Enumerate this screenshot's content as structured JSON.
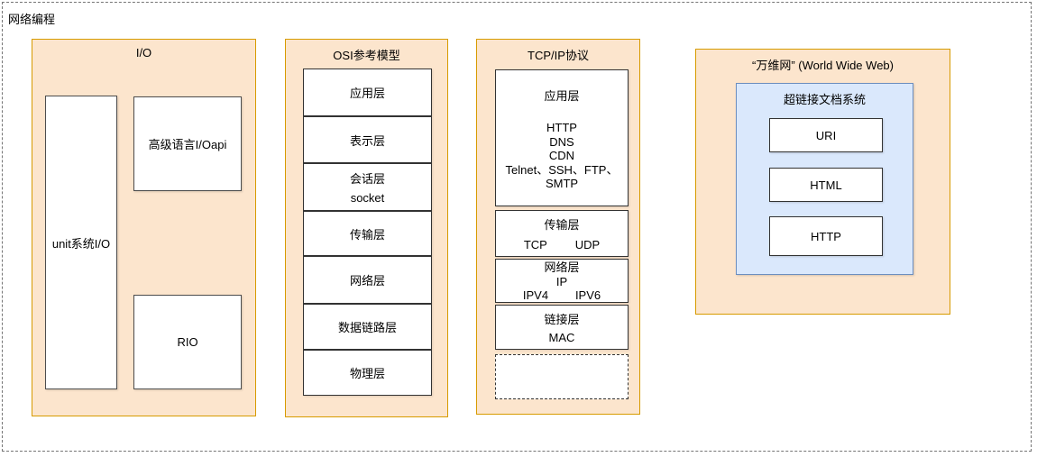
{
  "diagram": {
    "label": "网络编程"
  },
  "io_panel": {
    "title": "I/O",
    "unix_io": "unit系统I/O",
    "high_level_api": "高级语言I/Oapi",
    "rio": "RIO"
  },
  "osi_panel": {
    "title": "OSI参考模型",
    "layers": [
      {
        "label": "应用层"
      },
      {
        "label": "表示层"
      },
      {
        "label": "会话层",
        "sub": "socket"
      },
      {
        "label": "传输层"
      },
      {
        "label": "网络层"
      },
      {
        "label": "数据链路层"
      },
      {
        "label": "物理层"
      }
    ]
  },
  "tcpip_panel": {
    "title": "TCP/IP协议",
    "application": {
      "title": "应用层",
      "protocols": [
        "HTTP",
        "DNS",
        "CDN",
        "Telnet、SSH、FTP、",
        "SMTP"
      ]
    },
    "transport": {
      "title": "传输层",
      "items": [
        "TCP",
        "UDP"
      ]
    },
    "network": {
      "title": "网络层",
      "protocol": "IP",
      "items": [
        "IPV4",
        "IPV6"
      ]
    },
    "link": {
      "title": "链接层",
      "sub": "MAC"
    }
  },
  "www_panel": {
    "title": "“万维网” (World Wide Web)",
    "hyperlink_doc_system": {
      "title": "超链接文档系统",
      "items": [
        "URI",
        "HTML",
        "HTTP"
      ]
    }
  },
  "colors": {
    "panel_fill": "#FCE5CD",
    "panel_border": "#D79B00",
    "blue_fill": "#DAE8FC",
    "blue_border": "#6C8EBF",
    "box_border": "#333333",
    "outer_dash": "#757575"
  }
}
